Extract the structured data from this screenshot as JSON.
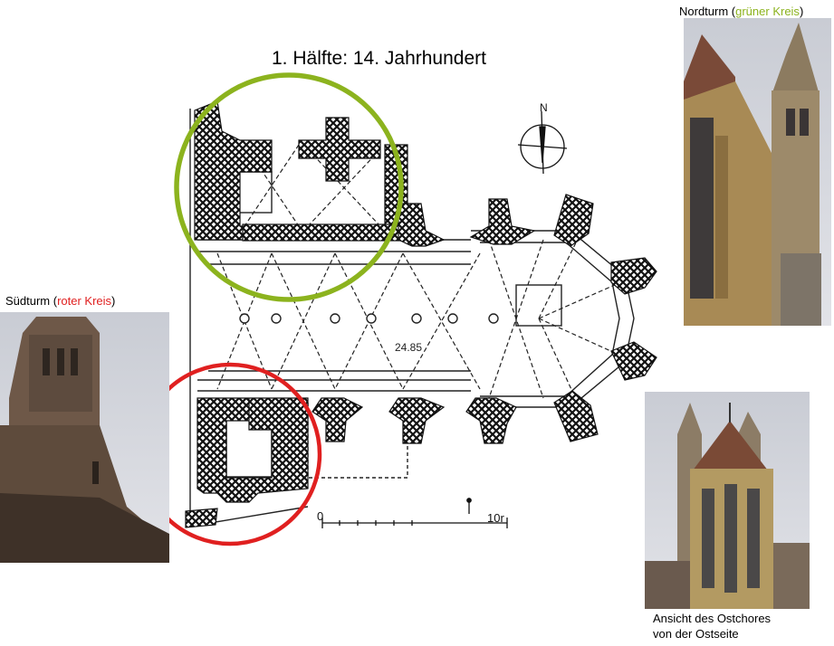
{
  "title": "1. Hälfte: 14. Jahrhundert",
  "nordturm": {
    "label": "Nordturm (",
    "highlight": "grüner Kreis",
    "close": ")"
  },
  "suedturm": {
    "label": "Südturm (",
    "highlight": "roter Kreis",
    "close": ")"
  },
  "ostchor": {
    "line1": "Ansicht des Ostchores",
    "line2": "von der Ostseite"
  },
  "plan": {
    "dimension": "24.85",
    "scale_end": "10r",
    "scale_start": "0"
  },
  "colors": {
    "green_circle": "#8cb31e",
    "red_circle": "#e02020"
  }
}
